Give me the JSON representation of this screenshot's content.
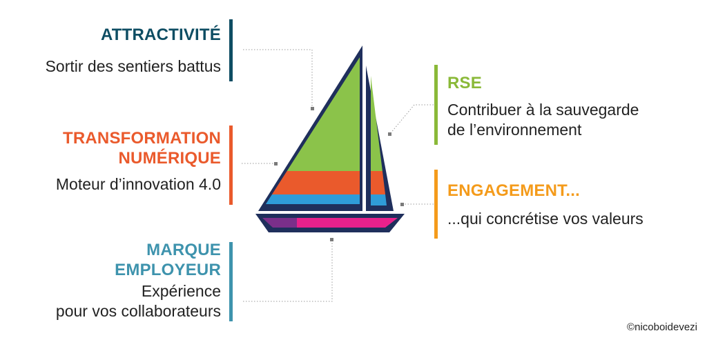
{
  "colors": {
    "navy": "#1f2f5c",
    "attractivite": "#0e4d63",
    "transformation": "#ea5a2c",
    "marque": "#3e93ad",
    "rse": "#8ab938",
    "engagement": "#f49b1b",
    "sail_green": "#8bc34a",
    "sail_orange": "#ea5a2c",
    "sail_blue": "#2f9cd8",
    "hull_purple": "#7b2f8a",
    "hull_magenta": "#e8218c",
    "connector": "#9a9a9a"
  },
  "labels": {
    "attractivite": {
      "title": "ATTRACTIVITÉ",
      "subtitle": "Sortir des sentiers battus"
    },
    "transformation": {
      "title_line1": "TRANSFORMATION",
      "title_line2": "NUMÉRIQUE",
      "subtitle": "Moteur d’innovation 4.0"
    },
    "marque": {
      "title_line1": "MARQUE",
      "title_line2": "EMPLOYEUR",
      "subtitle_line1": "Expérience",
      "subtitle_line2": "pour vos collaborateurs"
    },
    "rse": {
      "title": "RSE",
      "subtitle_line1": "Contribuer à la sauvegarde",
      "subtitle_line2": "de l’environnement"
    },
    "engagement": {
      "title": "ENGAGEMENT...",
      "subtitle": "...qui concrétise vos valeurs"
    }
  },
  "copyright": "©nicoboidevezi",
  "illustration": "sailboat-icon"
}
